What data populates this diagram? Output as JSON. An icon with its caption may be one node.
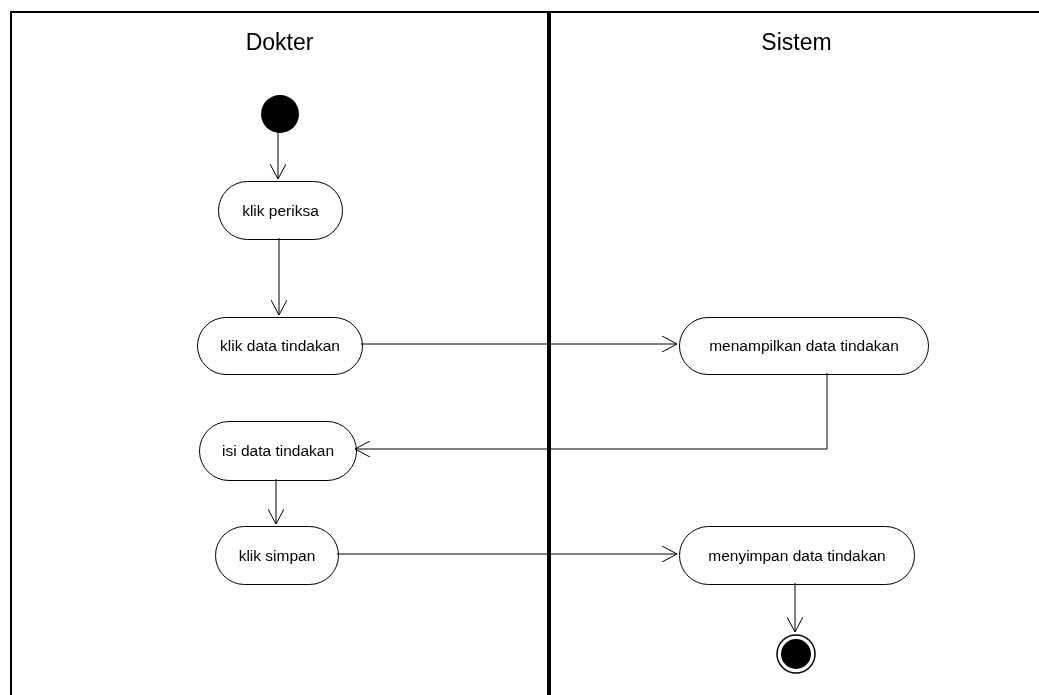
{
  "diagram": {
    "nodes": [
      {
        "text": [
          "Dokter"
        ]
      },
      {
        "text": [
          "Sistem"
        ]
      },
      {
        "text": [],
        "shape": "circle",
        "in": 0
      },
      {
        "text": [
          "klik periksa"
        ],
        "in": 0
      },
      {
        "text": [
          "klik data tindakan"
        ],
        "in": 0
      },
      {
        "text": [
          "menampilkan data tindakan"
        ],
        "in": 1
      },
      {
        "text": [
          "isi data tindakan"
        ],
        "in": 0
      },
      {
        "text": [
          "klik simpan"
        ],
        "in": 0
      },
      {
        "text": [
          "menyimpan data tindakan"
        ],
        "in": 1
      },
      {
        "text": [],
        "shape": "bullseye",
        "in": 1
      }
    ],
    "edges": [
      {
        "from": 2,
        "to": 3,
        "arrow": "to"
      },
      {
        "from": 3,
        "to": 4,
        "arrow": "to"
      },
      {
        "from": 4,
        "to": 5,
        "arrow": "to"
      },
      {
        "from": 5,
        "to": 6,
        "arrow": "to"
      },
      {
        "from": 6,
        "to": 7,
        "arrow": "to"
      },
      {
        "from": 7,
        "to": 8,
        "arrow": "to"
      },
      {
        "from": 8,
        "to": 9,
        "arrow": "to"
      }
    ]
  }
}
